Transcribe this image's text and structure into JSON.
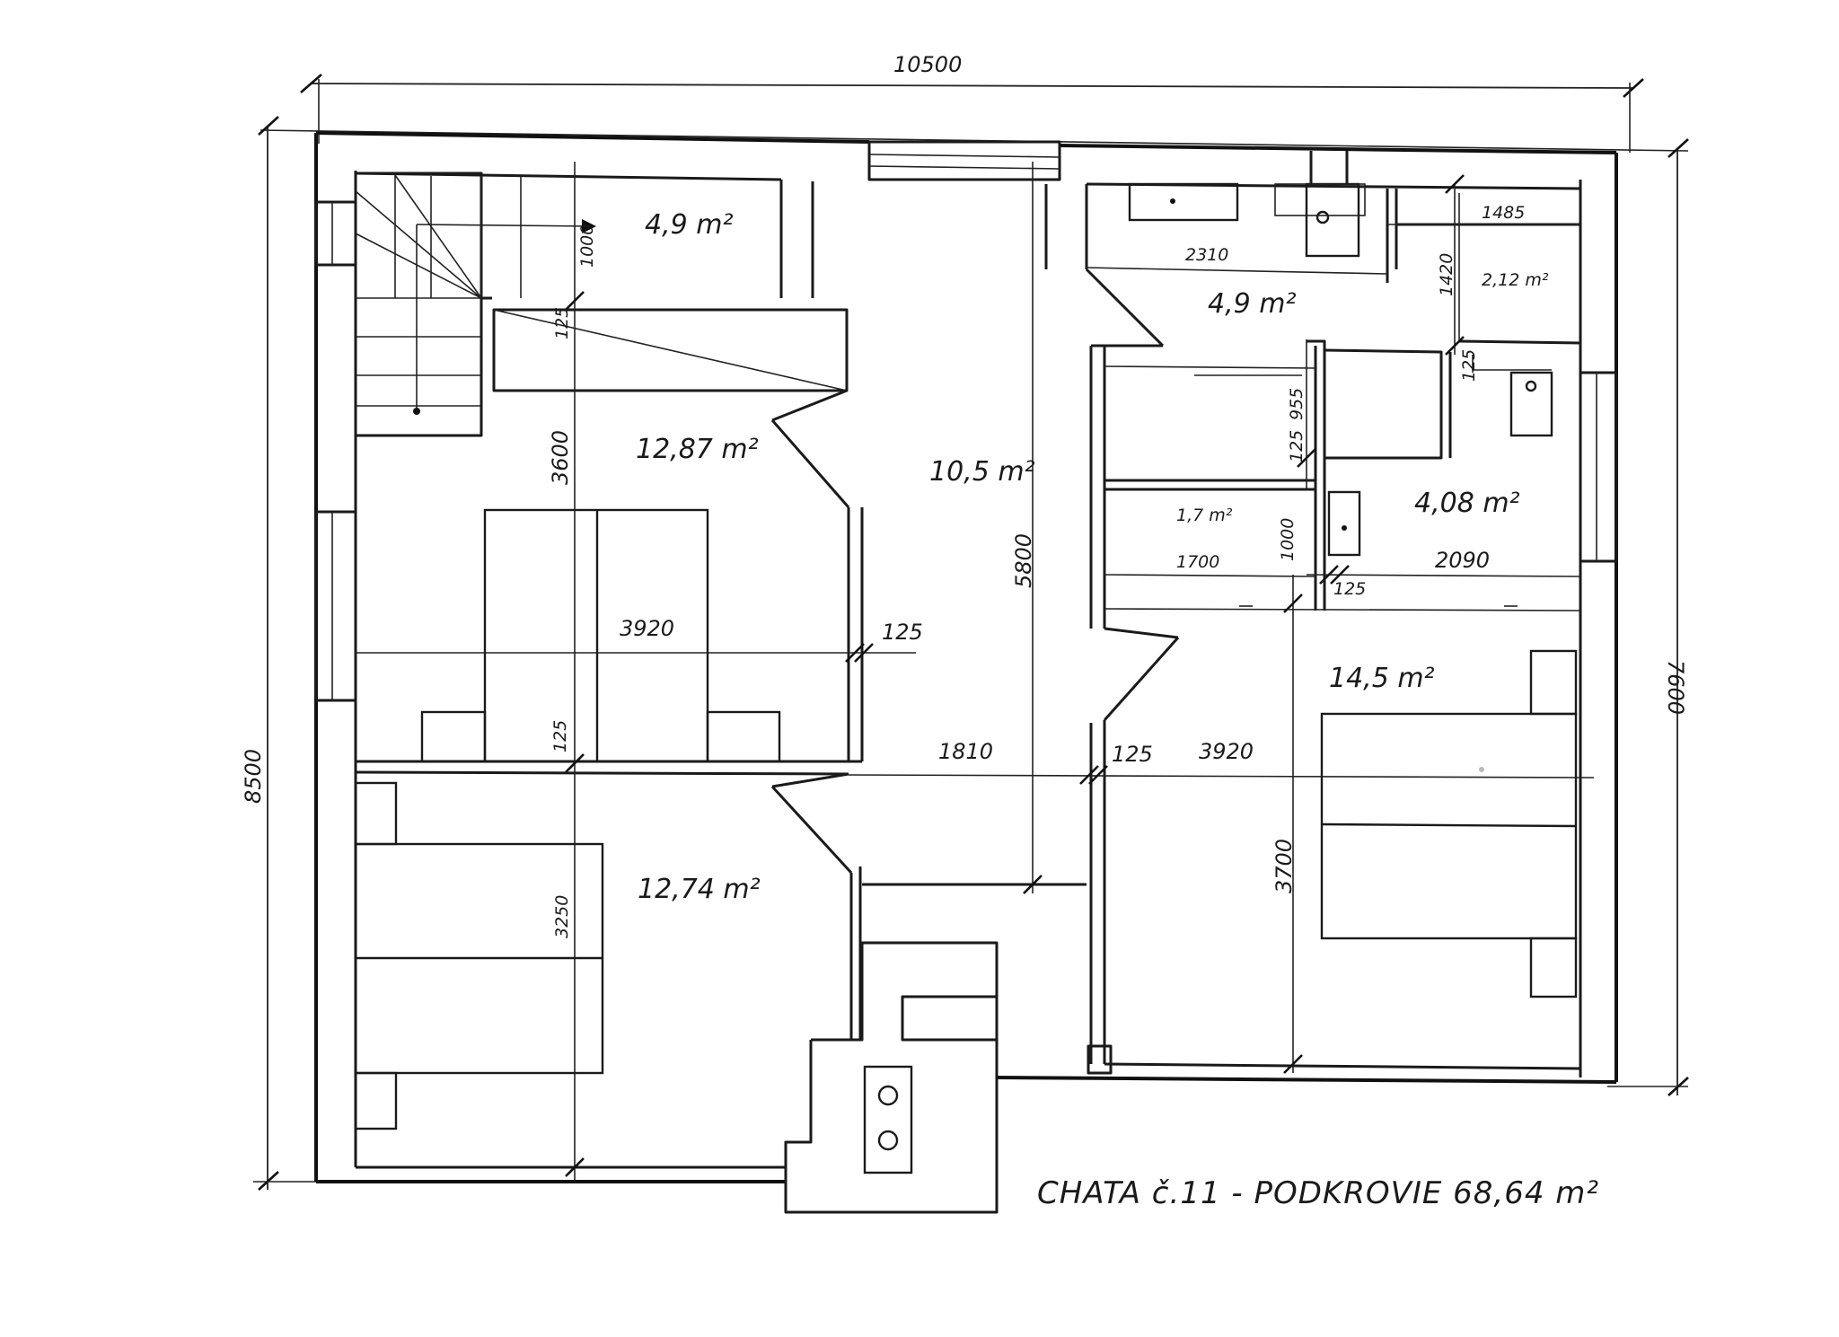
{
  "plan": {
    "title": "CHATA č.11 - PODKROVIE 68,64 m²",
    "rooms": [
      {
        "id": "landing",
        "label": "4,9 m²"
      },
      {
        "id": "bedroom-nw",
        "label": "12,87 m²"
      },
      {
        "id": "hall",
        "label": "10,5 m²"
      },
      {
        "id": "bedroom-sw",
        "label": "12,74 m²"
      },
      {
        "id": "bathroom",
        "label": "4,9 m²"
      },
      {
        "id": "storage",
        "label": "2,12 m²"
      },
      {
        "id": "closet",
        "label": "1,7 m²"
      },
      {
        "id": "wc",
        "label": "4,08 m²"
      },
      {
        "id": "bedroom-e",
        "label": "14,5 m²"
      }
    ],
    "dimensions": {
      "overall_width": "10500",
      "overall_left": "8500",
      "overall_right": "7600",
      "stair_1000": "1000",
      "stair_125": "125",
      "bed_nw_3600": "3600",
      "bed_nw_3920": "3920",
      "bed_nw_125": "125",
      "bed_nw_125b": "125",
      "hall_5800": "5800",
      "hall_1810": "1810",
      "bath_2310": "2310",
      "bath_1420": "1420",
      "storage_1485": "1485",
      "closet_955": "955",
      "closet_125": "125",
      "wc_125": "125",
      "closet_1000": "1000",
      "closet_1700": "1700",
      "wc_2090": "2090",
      "wc_125b": "125",
      "bed_e_125": "125",
      "bed_e_3920": "3920",
      "bed_e_3700": "3700",
      "bed_sw_3250": "3250"
    }
  }
}
